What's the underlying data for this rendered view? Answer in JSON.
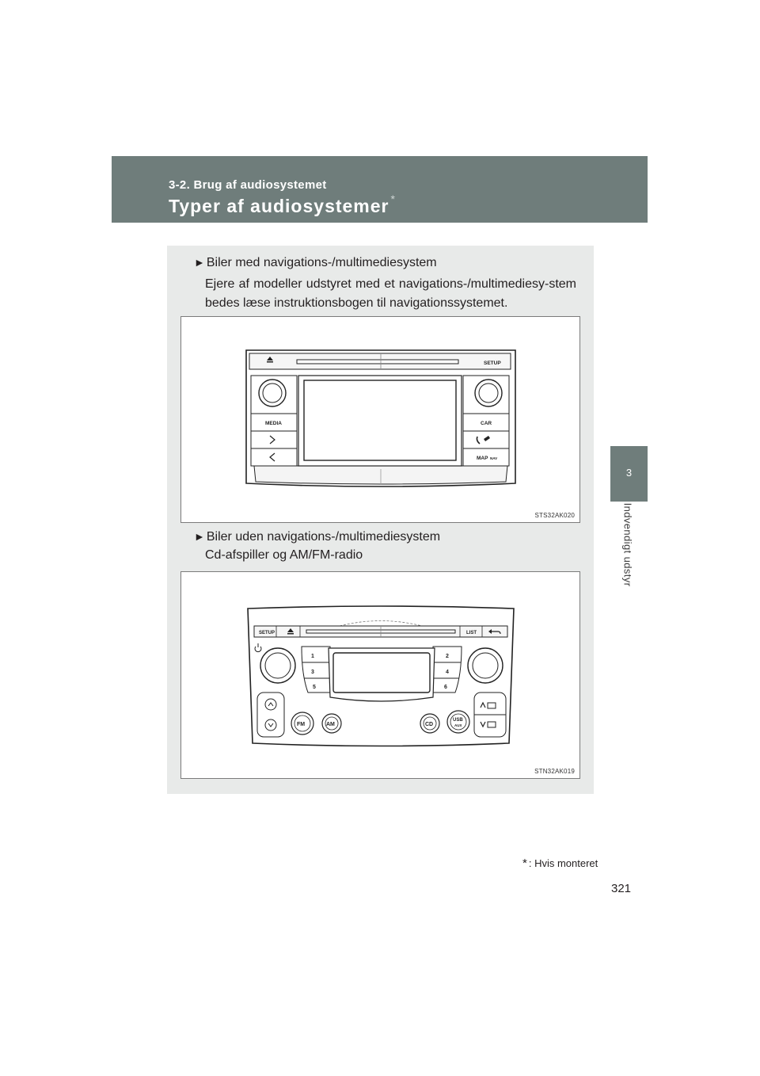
{
  "header": {
    "section": "3-2. Brug af audiosystemet",
    "title": "Typer af audiosystemer",
    "title_mark": "*"
  },
  "side_tab": {
    "chapter_number": "3",
    "chapter_label": "Indvendigt udstyr"
  },
  "items": [
    {
      "heading": "Biler med navigations-/multimediesystem",
      "description": "Ejere af modeller udstyret med et navigations-/multimediesy-stem bedes læse instruktionsbogen til navigationssystemet.",
      "figure_code": "STS32AK020",
      "figure_labels": {
        "setup": "SETUP",
        "media": "MEDIA",
        "car": "CAR",
        "map": "MAP",
        "nav": "NAV"
      }
    },
    {
      "heading": "Biler uden navigations-/multimediesystem",
      "description": "Cd-afspiller og AM/FM-radio",
      "figure_code": "STN32AK019",
      "figure_labels": {
        "setup": "SETUP",
        "list": "LIST",
        "presets": [
          "1",
          "2",
          "3",
          "4",
          "5",
          "6"
        ],
        "fm": "FM",
        "am": "AM",
        "cd": "CD",
        "usb": "USB",
        "aux": "AUX"
      }
    }
  ],
  "footnote": {
    "mark": "*",
    "text": ": Hvis monteret"
  },
  "page_number": "321",
  "icons": [
    "triangle-right-icon",
    "eject-icon",
    "phone-icon",
    "power-icon",
    "back-icon",
    "chevron-right-icon",
    "chevron-left-icon",
    "chevron-up-icon",
    "chevron-down-icon"
  ]
}
